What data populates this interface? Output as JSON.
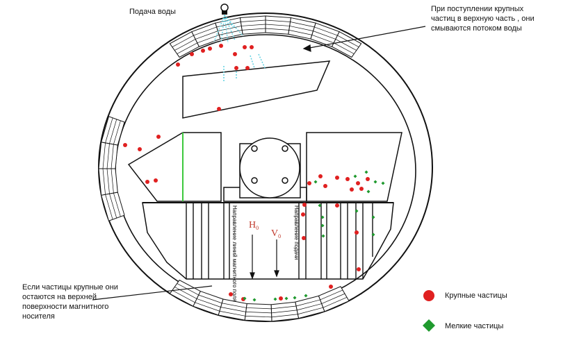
{
  "labels": {
    "water_supply": "Подача воды",
    "top_note": "При поступлении крупных частиц в верхную часть , они смываются потоком воды",
    "bottom_note": "Если частицы крупные они остаются на верхней поверхности магнитного носителя",
    "field_direction": "Направление линий магнитного поля",
    "feed_direction": "Направление подачи",
    "symbol_h": "H",
    "symbol_h_sub": "0",
    "symbol_v": "V",
    "symbol_v_sub": "0"
  },
  "legend": [
    {
      "label": "Крупные частицы",
      "color": "#e02020",
      "shape": "circle"
    },
    {
      "label": "Мелкие частицы",
      "color": "#1f9a2e",
      "shape": "diamond"
    }
  ],
  "colors": {
    "outline": "#111111",
    "large_particle": "#e02020",
    "small_particle": "#1f9a2e",
    "water": "#5fd0e0",
    "divider_green": "#3cc83c"
  }
}
